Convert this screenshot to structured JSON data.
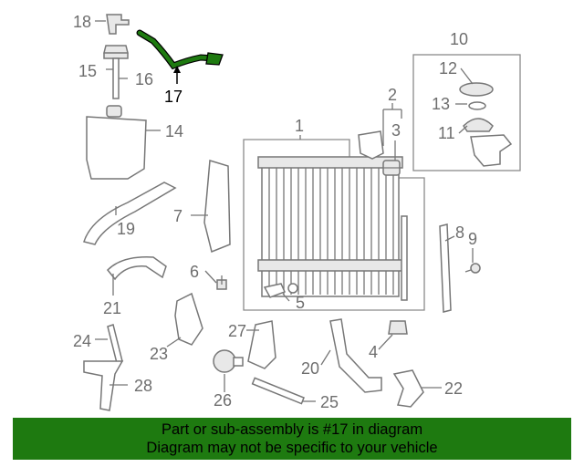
{
  "callouts": {
    "n1": "1",
    "n2": "2",
    "n3": "3",
    "n4": "4",
    "n5": "5",
    "n6": "6",
    "n7": "7",
    "n8": "8",
    "n9": "9",
    "n10": "10",
    "n11": "11",
    "n12": "12",
    "n13": "13",
    "n14": "14",
    "n15": "15",
    "n16": "16",
    "n17": "17",
    "n18": "18",
    "n19": "19",
    "n20": "20",
    "n21": "21",
    "n22": "22",
    "n23": "23",
    "n24": "24",
    "n25": "25",
    "n26": "26",
    "n27": "27",
    "n28": "28"
  },
  "highlight": {
    "part_number": "17",
    "color": "#1e7a10"
  },
  "banner": {
    "line1": "Part or sub-assembly is #17 in diagram",
    "line2": "Diagram may not be specific to your vehicle",
    "background": "#1e7a10"
  }
}
